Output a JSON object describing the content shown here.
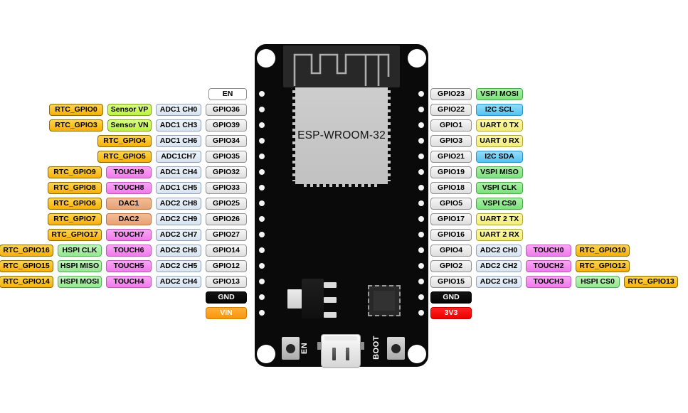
{
  "board": {
    "module_label": "ESP-WROOM-32",
    "en_button_label": "EN",
    "boot_button_label": "BOOT"
  },
  "palette": {
    "rtc": {
      "top": "#FFD44F",
      "bottom": "#F8B005",
      "border": "#8A6D00",
      "text": "#000000"
    },
    "sensor": {
      "top": "#D8FB84",
      "bottom": "#BFF23F",
      "border": "#79A21E",
      "text": "#000000"
    },
    "adc": {
      "top": "#EDF3FA",
      "bottom": "#D8E3F0",
      "border": "#93A4B8",
      "text": "#000000"
    },
    "gpio": {
      "top": "#F7F7F7",
      "bottom": "#DEDEDE",
      "border": "#8F8F8F",
      "text": "#000000"
    },
    "touch": {
      "top": "#FAA5F5",
      "bottom": "#F07BEB",
      "border": "#BC5BB7",
      "text": "#000000"
    },
    "dac": {
      "top": "#F2BC97",
      "bottom": "#E9A173",
      "border": "#BA7A4B",
      "text": "#000000"
    },
    "hspi": {
      "top": "#C0F4BB",
      "bottom": "#94E690",
      "border": "#58AC58",
      "text": "#000000"
    },
    "vspi": {
      "top": "#A8F0A3",
      "bottom": "#7CE27C",
      "border": "#4FA64F",
      "text": "#000000"
    },
    "i2c": {
      "top": "#93DCF9",
      "bottom": "#55C3EF",
      "border": "#2F93C4",
      "text": "#000000"
    },
    "uart": {
      "top": "#FBF8A6",
      "bottom": "#F2ED79",
      "border": "#AEA63E",
      "text": "#000000"
    },
    "plain": {
      "top": "#FFFFFF",
      "bottom": "#FFFFFF",
      "border": "#8F8F8F",
      "text": "#000000"
    },
    "gnd": {
      "top": "#111111",
      "bottom": "#050505",
      "border": "#000000",
      "text": "#FFFFFF"
    },
    "vin": {
      "top": "#FFAE39",
      "bottom": "#F8960B",
      "border": "#D07E00",
      "text": "#FFFFFF"
    },
    "v33": {
      "top": "#FF2222",
      "bottom": "#EE0000",
      "border": "#C00000",
      "text": "#FFFFFF"
    }
  },
  "left_rows": [
    {
      "pins": [
        {
          "label": "EN",
          "type": "plain"
        }
      ]
    },
    {
      "pins": [
        {
          "label": "RTC_GPIO0",
          "type": "rtc"
        },
        {
          "label": "Sensor VP",
          "type": "sensor"
        },
        {
          "label": "ADC1 CH0",
          "type": "adc"
        },
        {
          "label": "GPIO36",
          "type": "gpio"
        }
      ]
    },
    {
      "pins": [
        {
          "label": "RTC_GPIO3",
          "type": "rtc"
        },
        {
          "label": "Sensor VN",
          "type": "sensor"
        },
        {
          "label": "ADC1 CH3",
          "type": "adc"
        },
        {
          "label": "GPIO39",
          "type": "gpio"
        }
      ]
    },
    {
      "pins": [
        {
          "label": "RTC_GPIO4",
          "type": "rtc"
        },
        {
          "label": "ADC1 CH6",
          "type": "adc"
        },
        {
          "label": "GPIO34",
          "type": "gpio"
        }
      ]
    },
    {
      "pins": [
        {
          "label": "RTC_GPIO5",
          "type": "rtc"
        },
        {
          "label": "ADC1CH7",
          "type": "adc"
        },
        {
          "label": "GPIO35",
          "type": "gpio"
        }
      ]
    },
    {
      "pins": [
        {
          "label": "RTC_GPIO9",
          "type": "rtc"
        },
        {
          "label": "TOUCH9",
          "type": "touch"
        },
        {
          "label": "ADC1 CH4",
          "type": "adc"
        },
        {
          "label": "GPIO32",
          "type": "gpio"
        }
      ]
    },
    {
      "pins": [
        {
          "label": "RTC_GPIO8",
          "type": "rtc"
        },
        {
          "label": "TOUCH8",
          "type": "touch"
        },
        {
          "label": "ADC1 CH5",
          "type": "adc"
        },
        {
          "label": "GPIO33",
          "type": "gpio"
        }
      ]
    },
    {
      "pins": [
        {
          "label": "RTC_GPIO6",
          "type": "rtc"
        },
        {
          "label": "DAC1",
          "type": "dac"
        },
        {
          "label": "ADC2 CH8",
          "type": "adc"
        },
        {
          "label": "GPIO25",
          "type": "gpio"
        }
      ]
    },
    {
      "pins": [
        {
          "label": "RTC_GPIO7",
          "type": "rtc"
        },
        {
          "label": "DAC2",
          "type": "dac"
        },
        {
          "label": "ADC2 CH9",
          "type": "adc"
        },
        {
          "label": "GPIO26",
          "type": "gpio"
        }
      ]
    },
    {
      "pins": [
        {
          "label": "RTC_GPIO17",
          "type": "rtc"
        },
        {
          "label": "TOUCH7",
          "type": "touch"
        },
        {
          "label": "ADC2 CH7",
          "type": "adc"
        },
        {
          "label": "GPIO27",
          "type": "gpio"
        }
      ]
    },
    {
      "pins": [
        {
          "label": "RTC_GPIO16",
          "type": "rtc"
        },
        {
          "label": "HSPI CLK",
          "type": "hspi"
        },
        {
          "label": "TOUCH6",
          "type": "touch"
        },
        {
          "label": "ADC2 CH6",
          "type": "adc"
        },
        {
          "label": "GPIO14",
          "type": "gpio"
        }
      ]
    },
    {
      "pins": [
        {
          "label": "RTC_GPIO15",
          "type": "rtc"
        },
        {
          "label": "HSPI MISO",
          "type": "hspi"
        },
        {
          "label": "TOUCH5",
          "type": "touch"
        },
        {
          "label": "ADC2 CH5",
          "type": "adc"
        },
        {
          "label": "GPIO12",
          "type": "gpio"
        }
      ]
    },
    {
      "pins": [
        {
          "label": "RTC_GPIO14",
          "type": "rtc"
        },
        {
          "label": "HSPI MOSI",
          "type": "hspi"
        },
        {
          "label": "TOUCH4",
          "type": "touch"
        },
        {
          "label": "ADC2 CH4",
          "type": "adc"
        },
        {
          "label": "GPIO13",
          "type": "gpio"
        }
      ]
    },
    {
      "pins": [
        {
          "label": "GND",
          "type": "gnd"
        }
      ]
    },
    {
      "pins": [
        {
          "label": "VIN",
          "type": "vin"
        }
      ]
    }
  ],
  "right_rows": [
    {
      "pins": [
        {
          "label": "GPIO23",
          "type": "gpio"
        },
        {
          "label": "VSPI MOSI",
          "type": "vspi"
        }
      ]
    },
    {
      "pins": [
        {
          "label": "GPIO22",
          "type": "gpio"
        },
        {
          "label": "I2C SCL",
          "type": "i2c"
        }
      ]
    },
    {
      "pins": [
        {
          "label": "GPIO1",
          "type": "gpio"
        },
        {
          "label": "UART 0 TX",
          "type": "uart"
        }
      ]
    },
    {
      "pins": [
        {
          "label": "GPIO3",
          "type": "gpio"
        },
        {
          "label": "UART 0 RX",
          "type": "uart"
        }
      ]
    },
    {
      "pins": [
        {
          "label": "GPIO21",
          "type": "gpio"
        },
        {
          "label": "I2C SDA",
          "type": "i2c"
        }
      ]
    },
    {
      "pins": [
        {
          "label": "GPIO19",
          "type": "gpio"
        },
        {
          "label": "VSPI MISO",
          "type": "vspi"
        }
      ]
    },
    {
      "pins": [
        {
          "label": "GPIO18",
          "type": "gpio"
        },
        {
          "label": "VSPI CLK",
          "type": "vspi"
        }
      ]
    },
    {
      "pins": [
        {
          "label": "GPIO5",
          "type": "gpio"
        },
        {
          "label": "VSPI CS0",
          "type": "vspi"
        }
      ]
    },
    {
      "pins": [
        {
          "label": "GPIO17",
          "type": "gpio"
        },
        {
          "label": "UART 2 TX",
          "type": "uart"
        }
      ]
    },
    {
      "pins": [
        {
          "label": "GPIO16",
          "type": "gpio"
        },
        {
          "label": "UART 2 RX",
          "type": "uart"
        }
      ]
    },
    {
      "pins": [
        {
          "label": "GPIO4",
          "type": "gpio"
        },
        {
          "label": "ADC2 CH0",
          "type": "adc"
        },
        {
          "label": "TOUCH0",
          "type": "touch"
        },
        {
          "label": "RTC_GPIO10",
          "type": "rtc"
        }
      ]
    },
    {
      "pins": [
        {
          "label": "GPIO2",
          "type": "gpio"
        },
        {
          "label": "ADC2 CH2",
          "type": "adc"
        },
        {
          "label": "TOUCH2",
          "type": "touch"
        },
        {
          "label": "RTC_GPIO12",
          "type": "rtc"
        }
      ]
    },
    {
      "pins": [
        {
          "label": "GPIO15",
          "type": "gpio"
        },
        {
          "label": "ADC2 CH3",
          "type": "adc"
        },
        {
          "label": "TOUCH3",
          "type": "touch"
        },
        {
          "label": "HSPI CS0",
          "type": "hspi"
        },
        {
          "label": "RTC_GPIO13",
          "type": "rtc"
        }
      ]
    },
    {
      "pins": [
        {
          "label": "GND",
          "type": "gnd"
        }
      ]
    },
    {
      "pins": [
        {
          "label": "3V3",
          "type": "v33"
        }
      ]
    }
  ]
}
